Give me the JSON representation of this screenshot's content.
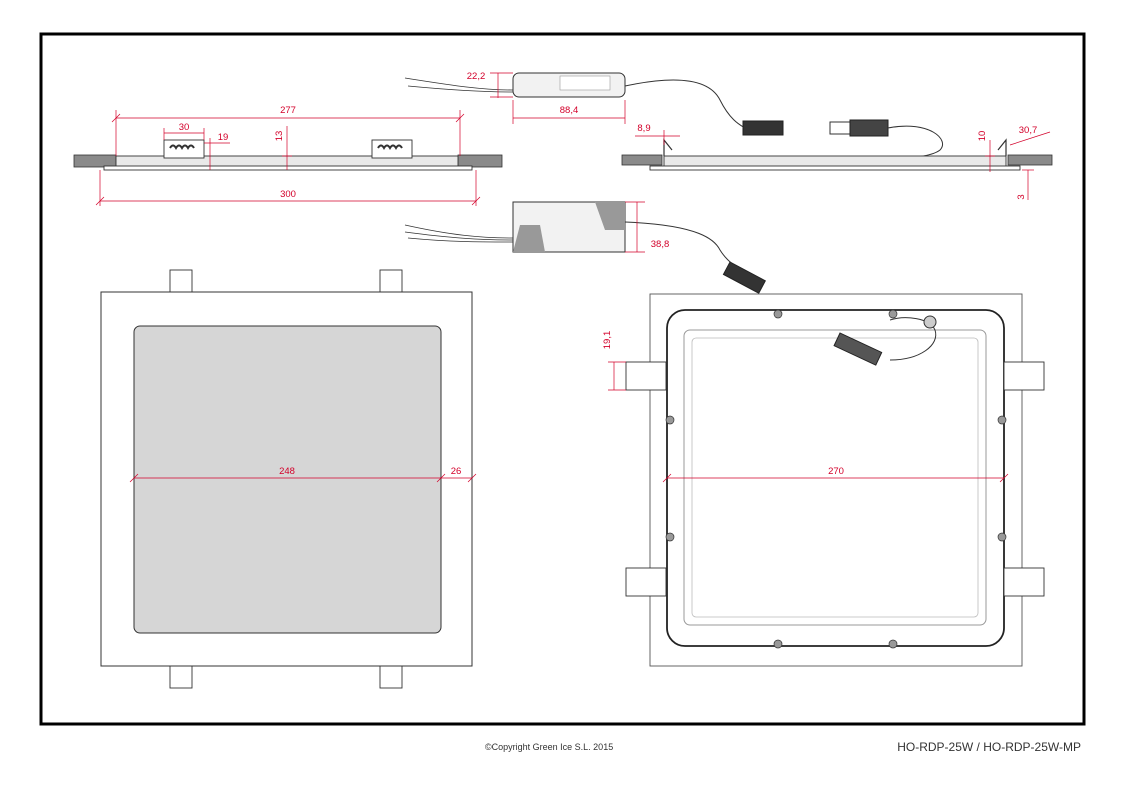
{
  "colors": {
    "frame": "#000000",
    "line": "#333333",
    "dimension": "#d3002a",
    "panel_fill": "#d6d6d6",
    "wall_fill": "#8a8a8a",
    "driver_fill": "#f2f2f2"
  },
  "footer": {
    "copyright": "©Copyright Green Ice S.L. 2015",
    "model": "HO-RDP-25W / HO-RDP-25W-MP"
  },
  "dimensions": {
    "side_top_width": "277",
    "side_bottom_width": "300",
    "clip_width": "30",
    "clip_offset": "19",
    "panel_depth": "13",
    "driver_height": "22,2",
    "driver_length": "88,4",
    "driver_width": "38,8",
    "right_side_left": "8,9",
    "right_side_depth": "10",
    "right_side_right": "30,7",
    "right_side_bottom": "3",
    "front_inner": "248",
    "front_border": "26",
    "back_width": "270",
    "back_clip": "19,1"
  }
}
